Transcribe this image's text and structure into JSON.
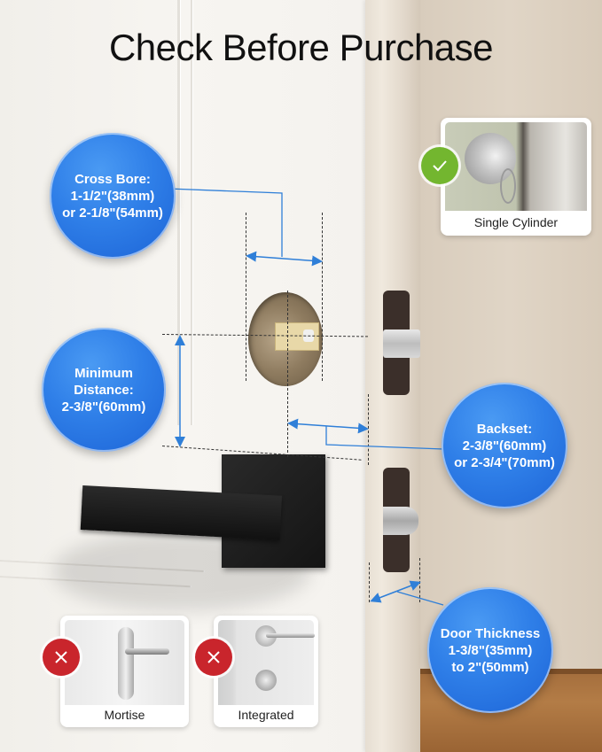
{
  "title": "Check Before Purchase",
  "callouts": {
    "cross_bore": "Cross Bore:\n1-1/2\"(38mm)\nor 2-1/8\"(54mm)",
    "minimum_distance": "Minimum\nDistance:\n2-3/8\"(60mm)",
    "backset": "Backset:\n2-3/8\"(60mm)\nor 2-3/4\"(70mm)",
    "door_thickness": "Door Thickness\n1-3/8\"(35mm)\nto 2\"(50mm)"
  },
  "compatibility": {
    "compatible": [
      {
        "label": "Single Cylinder",
        "status_icon": "check-icon",
        "status_color": "#73b62f"
      }
    ],
    "incompatible": [
      {
        "label": "Mortise",
        "status_icon": "x-icon",
        "status_color": "#c9252c"
      },
      {
        "label": "Integrated",
        "status_icon": "x-icon",
        "status_color": "#c9252c"
      }
    ]
  },
  "colors": {
    "callout_blue": "#2f7fe8",
    "measure_line_blue": "#2f7fd8",
    "handle_black": "#1a1a1a"
  }
}
